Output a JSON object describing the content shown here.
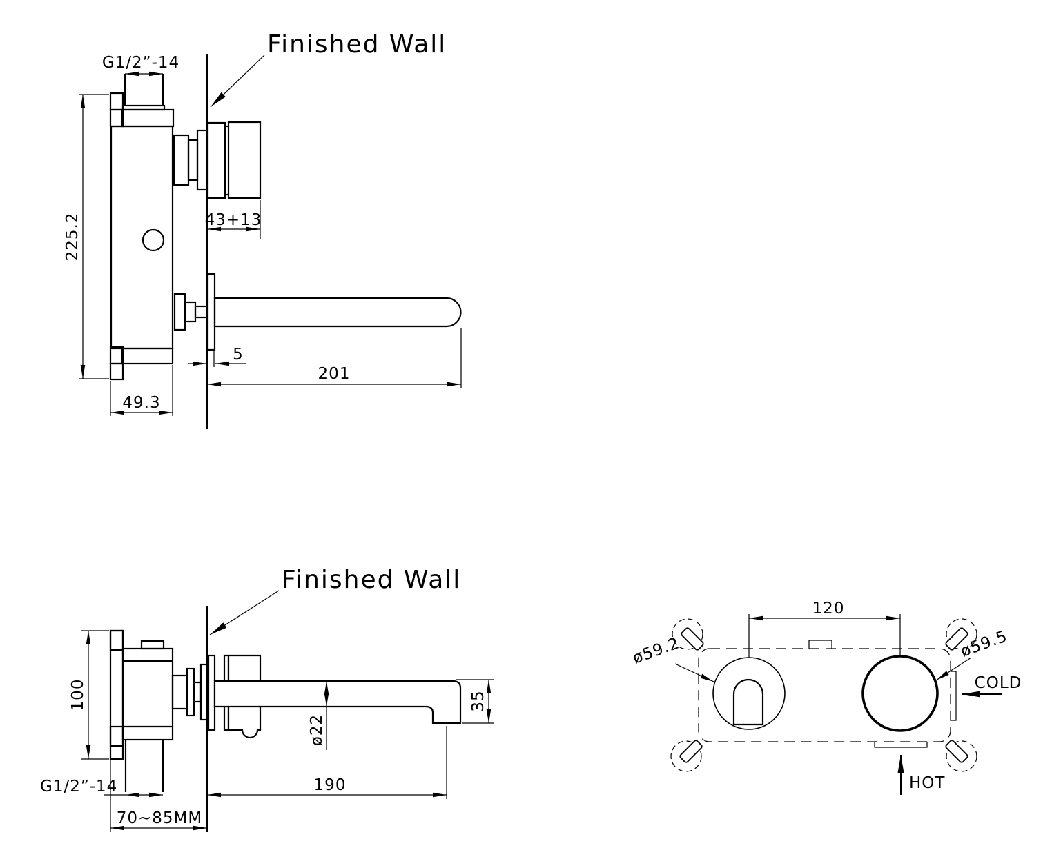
{
  "meta": {
    "background_color": "#ffffff",
    "line_color": "#000000",
    "drawing_type": "wall-mounted basin mixer installation drawing"
  },
  "views": {
    "side_view_round_spout": {
      "finished_wall_label": "Finished Wall",
      "inlet_thread": "G1/2”-14",
      "overall_height": "225.2",
      "handle_projection": "43+13",
      "trim_plate_thickness": "5",
      "spout_projection": "201",
      "body_depth": "49.3"
    },
    "side_view_square_spout": {
      "finished_wall_label": "Finished Wall",
      "body_height": "100",
      "inlet_thread": "G1/2”-14",
      "rough_in_depth": "70~85MM",
      "spout_diameter": "ø22",
      "spout_projection": "190",
      "spout_end_height": "35"
    },
    "front_view_rough_in_box": {
      "center_distance": "120",
      "left_opening_diameter": "ø59.2",
      "right_opening_diameter": "ø59.5",
      "cold_inlet": "COLD",
      "hot_inlet": "HOT"
    }
  }
}
